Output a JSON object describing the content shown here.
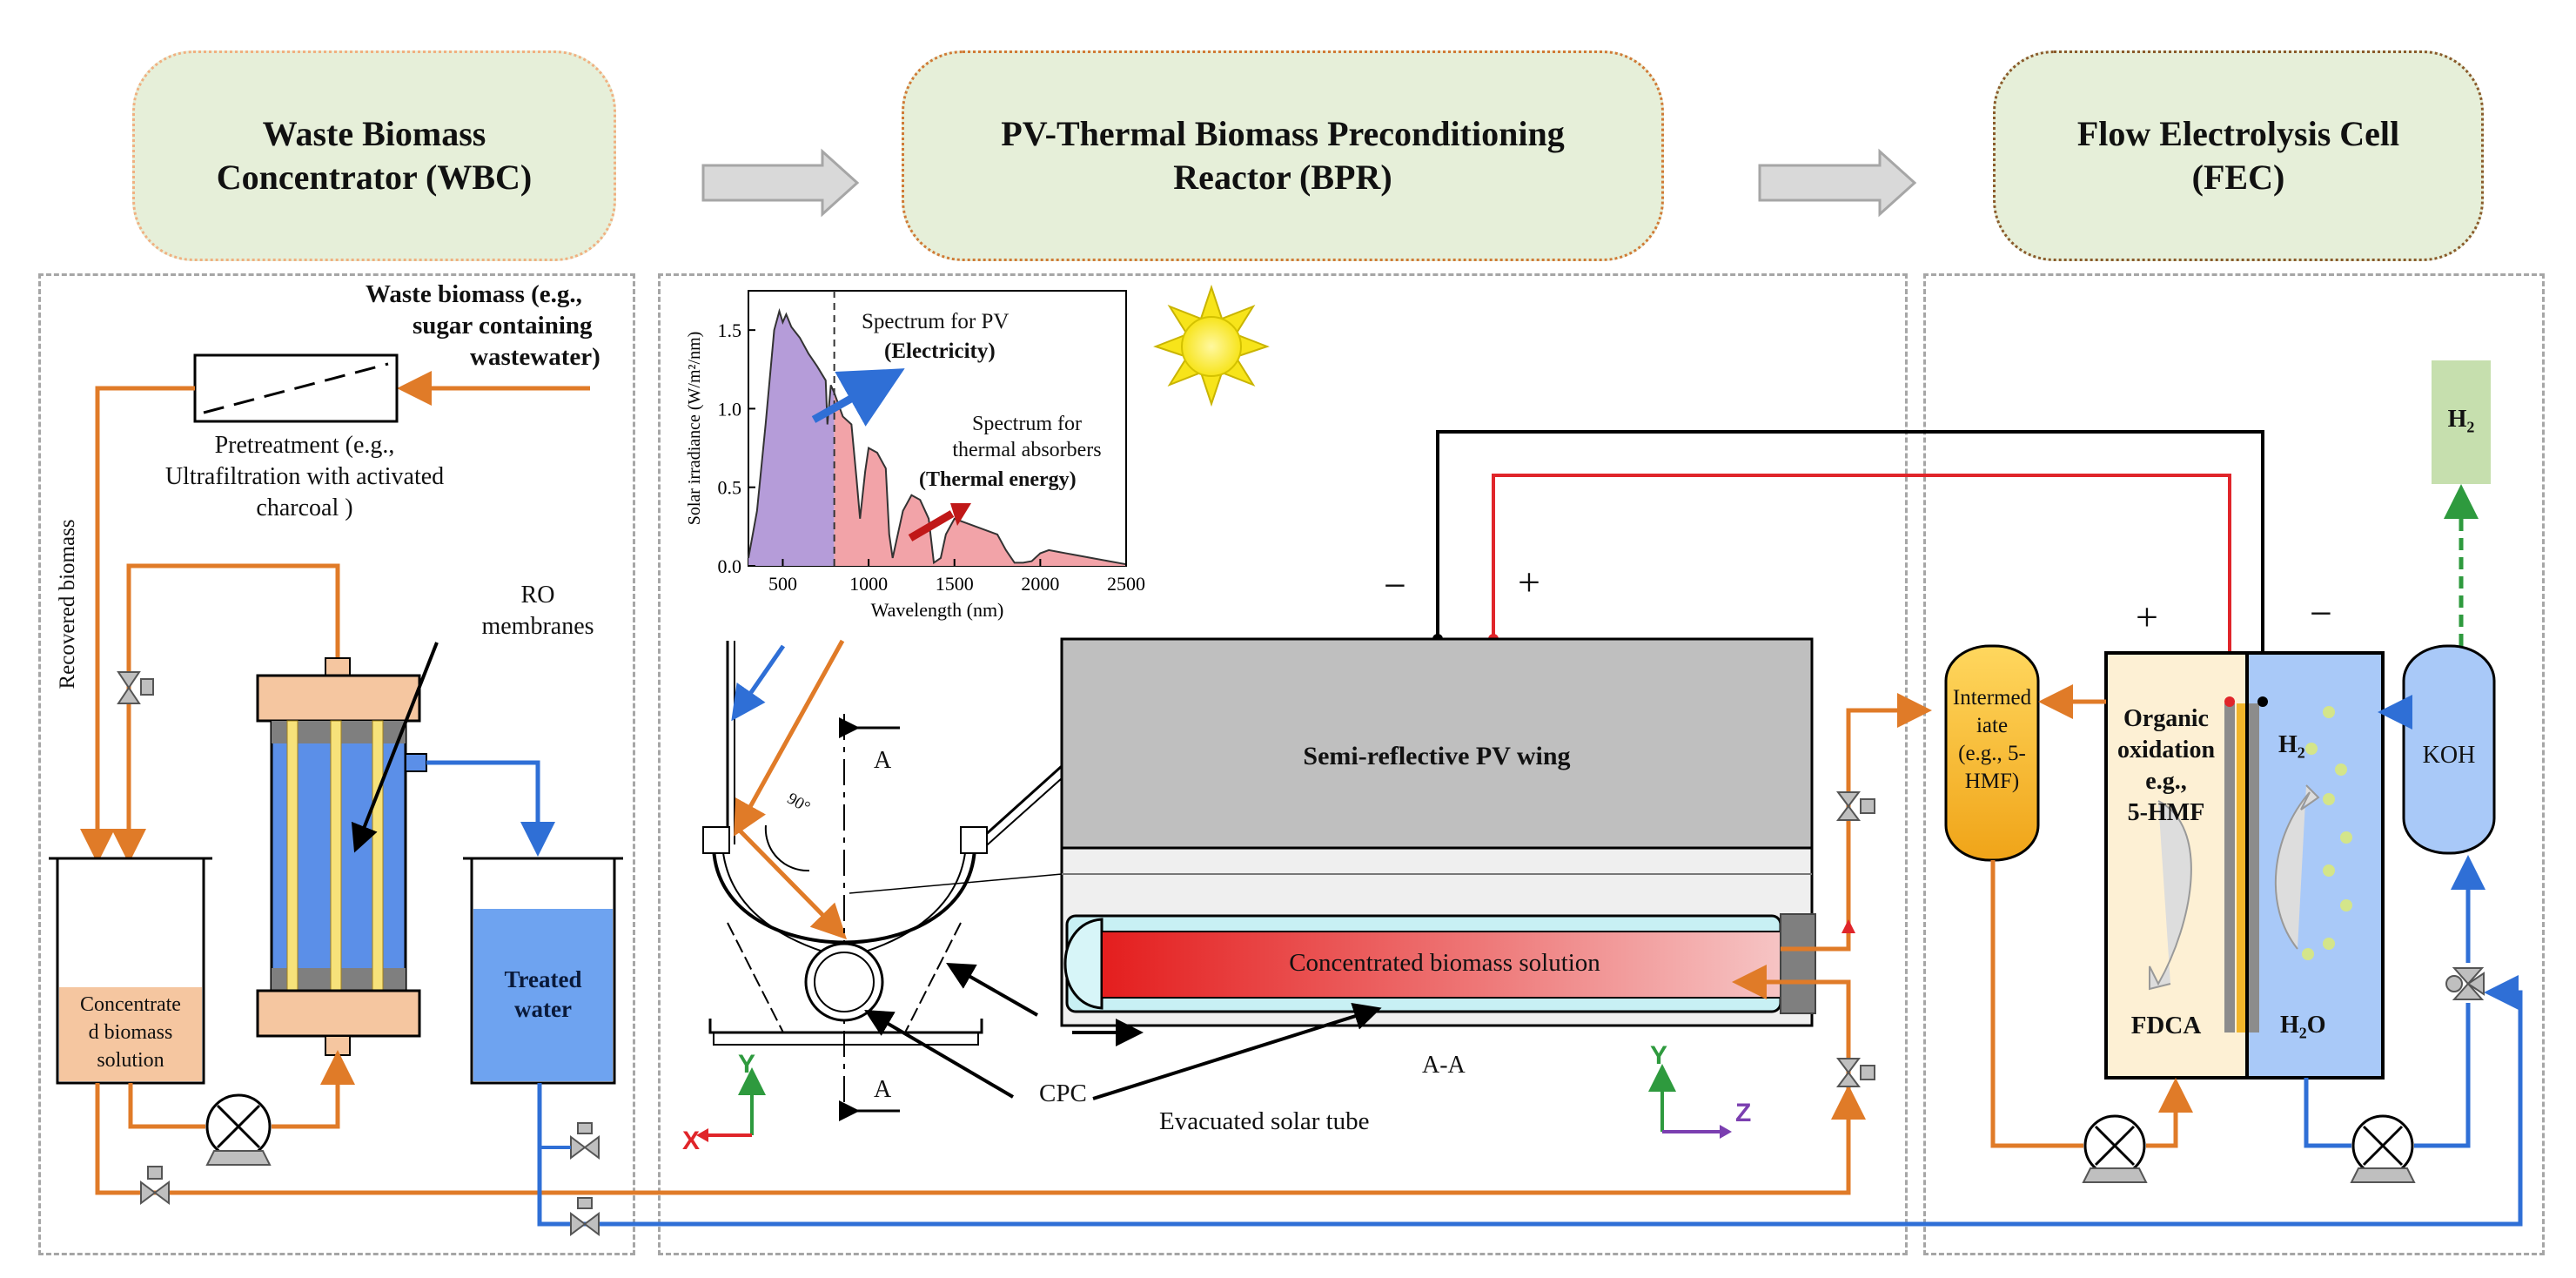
{
  "headers": {
    "wbc": "Waste Biomass\nConcentrator (WBC)",
    "bpr": "PV-Thermal Biomass Preconditioning\nReactor (BPR)",
    "fec": "Flow Electrolysis Cell\n(FEC)"
  },
  "wbc": {
    "feed_line1": "Waste biomass (e.g.,",
    "feed_line2": "sugar containing",
    "feed_line3": "wastewater)",
    "pretreatment": "Pretreatment (e.g.,\nUltrafiltration with activated\ncharcoal )",
    "recovered": "Recovered biomass",
    "ro": "RO\nmembranes",
    "concentrate": "Concentrate\nd biomass\nsolution",
    "treated": "Treated\nwater"
  },
  "bpr": {
    "pv_label": "Spectrum  for PV",
    "pv_bold": "(Electricity)",
    "th_label": "Spectrum for\nthermal absorbers",
    "th_bold": "(Thermal energy)",
    "wing": "Semi-reflective PV wing",
    "solution": "Concentrated biomass solution",
    "section_a": "A",
    "section_aa": "A-A",
    "angle": "90°",
    "cpc": "CPC",
    "tube": "Evacuated solar tube",
    "minus": "−",
    "plus": "+",
    "axis_x": "X",
    "axis_y": "Y",
    "axis_z": "Z"
  },
  "fec": {
    "h2_product": "H",
    "h2_sub": "2",
    "intermediate": "Intermed\niate\n(e.g., 5-\nHMF)",
    "anode": "Organic\noxidation\ne.g.,\n5-HMF",
    "fdca": "FDCA",
    "h2_cell": "H",
    "h2o": "H",
    "h2o_sub": "2",
    "h2o_end": "O",
    "koh": "KOH",
    "plus": "+",
    "minus": "−"
  },
  "chart_data": {
    "type": "area",
    "xlabel": "Wavelength (nm)",
    "ylabel": "Solar irradiance (W/m²/nm)",
    "xlim": [
      300,
      2500
    ],
    "ylim": [
      0,
      1.75
    ],
    "xticks": [
      "500",
      "1000",
      "1500",
      "2000",
      "2500"
    ],
    "yticks": [
      "0.0",
      "0.5",
      "1.0",
      "1.5"
    ],
    "split_wavelength": 800,
    "colors": {
      "pv": "#b59cd9",
      "thermal": "#f2a3a8"
    },
    "series": [
      {
        "x": [
          300,
          350,
          400,
          450,
          480,
          500,
          520,
          550,
          600,
          650,
          700,
          750,
          760,
          780,
          800,
          850,
          900,
          930,
          950,
          980,
          1000,
          1050,
          1100,
          1120,
          1140,
          1200,
          1250,
          1300,
          1350,
          1380,
          1420,
          1450,
          1500,
          1550,
          1600,
          1650,
          1700,
          1750,
          1800,
          1850,
          1900,
          1950,
          2000,
          2050,
          2100,
          2150,
          2200,
          2300,
          2400,
          2500
        ],
        "values": [
          0.05,
          0.35,
          0.9,
          1.5,
          1.62,
          1.55,
          1.6,
          1.52,
          1.45,
          1.35,
          1.27,
          1.18,
          0.9,
          1.15,
          1.1,
          0.95,
          0.9,
          0.55,
          0.3,
          0.6,
          0.75,
          0.72,
          0.62,
          0.2,
          0.05,
          0.35,
          0.45,
          0.42,
          0.3,
          0.02,
          0.05,
          0.2,
          0.3,
          0.28,
          0.26,
          0.24,
          0.22,
          0.2,
          0.1,
          0.02,
          0.02,
          0.03,
          0.08,
          0.1,
          0.09,
          0.08,
          0.07,
          0.05,
          0.03,
          0.01
        ]
      }
    ]
  }
}
